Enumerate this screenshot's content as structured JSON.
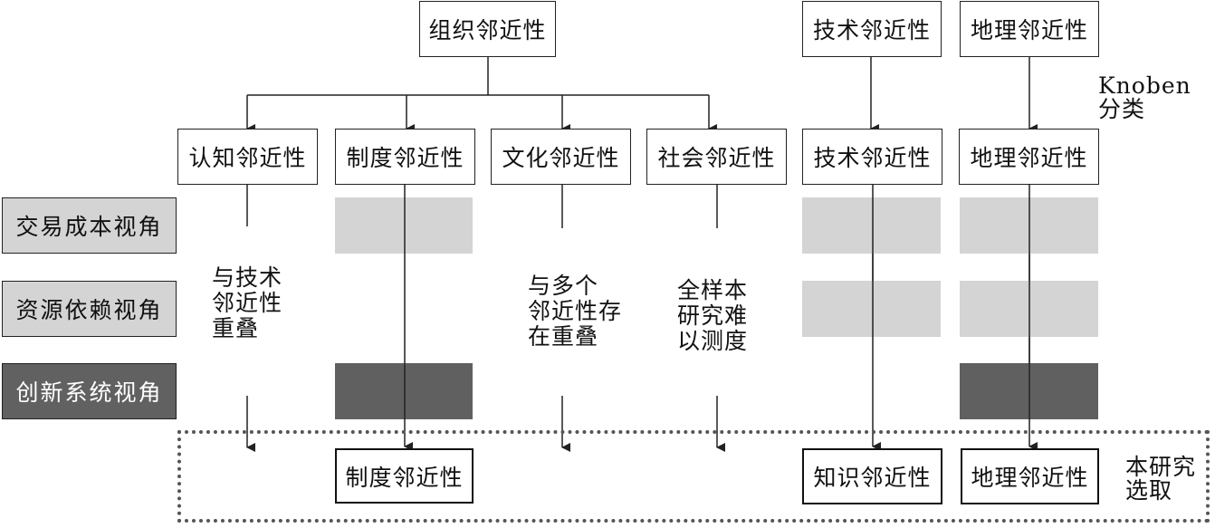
{
  "top": {
    "organizational": "组织邻近性",
    "technical": "技术邻近性",
    "geographic": "地理邻近性"
  },
  "knoben_label": "Knoben\n分类",
  "categories": [
    "认知邻近性",
    "制度邻近性",
    "文化邻近性",
    "社会邻近性",
    "技术邻近性",
    "地理邻近性"
  ],
  "perspectives": [
    {
      "label": "交易成本视角",
      "shade": "light"
    },
    {
      "label": "资源依赖视角",
      "shade": "light"
    },
    {
      "label": "创新系统视角",
      "shade": "dark"
    }
  ],
  "notes": {
    "cognitive": "与技术\n邻近性\n重叠",
    "cultural": "与多个\n邻近性存\n在重叠",
    "social": "全样本\n研究难\n以测度"
  },
  "selected": {
    "institutional": "制度邻近性",
    "knowledge": "知识邻近性",
    "geographic": "地理邻近性"
  },
  "selection_label": "本研究\n选取",
  "colors": {
    "light_block": "#d4d4d4",
    "dark_block": "#606060",
    "line": "#222222",
    "frame": "#555555"
  }
}
